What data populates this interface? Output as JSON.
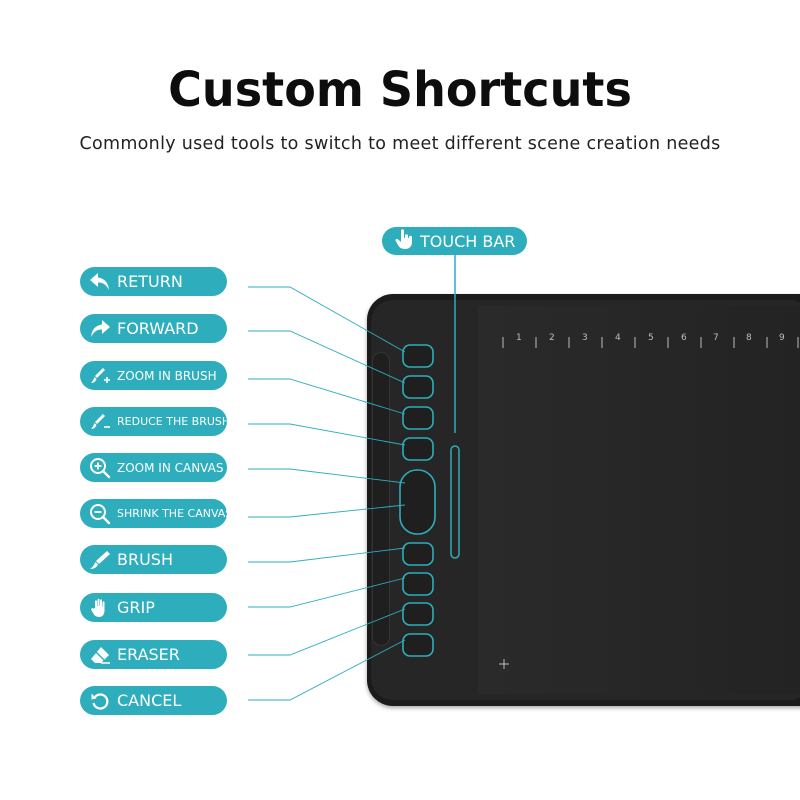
{
  "header": {
    "title": "Custom Shortcuts",
    "subtitle": "Commonly used tools to switch to meet different scene creation needs"
  },
  "touch_bar": {
    "label": "TOUCH BAR",
    "icon": "hand-pointer-icon"
  },
  "shortcuts": [
    {
      "label": "RETURN",
      "icon": "return-arrow-icon"
    },
    {
      "label": "FORWARD",
      "icon": "forward-arrow-icon"
    },
    {
      "label": "ZOOM IN BRUSH",
      "icon": "brush-plus-icon"
    },
    {
      "label": "REDUCE THE BRUSH",
      "icon": "brush-minus-icon"
    },
    {
      "label": "ZOOM IN CANVAS",
      "icon": "zoom-in-icon"
    },
    {
      "label": "SHRINK THE CANVAS",
      "icon": "zoom-out-icon"
    },
    {
      "label": "BRUSH",
      "icon": "brush-icon"
    },
    {
      "label": "GRIP",
      "icon": "hand-grip-icon"
    },
    {
      "label": "ERASER",
      "icon": "eraser-icon"
    },
    {
      "label": "CANCEL",
      "icon": "undo-icon"
    }
  ],
  "ruler": {
    "numbers": [
      "1",
      "2",
      "3",
      "4",
      "5",
      "6",
      "7",
      "8",
      "9"
    ]
  },
  "colors": {
    "accent": "#2eaebc",
    "tablet": "#1b1b1b",
    "text": "#0d0d0d"
  }
}
